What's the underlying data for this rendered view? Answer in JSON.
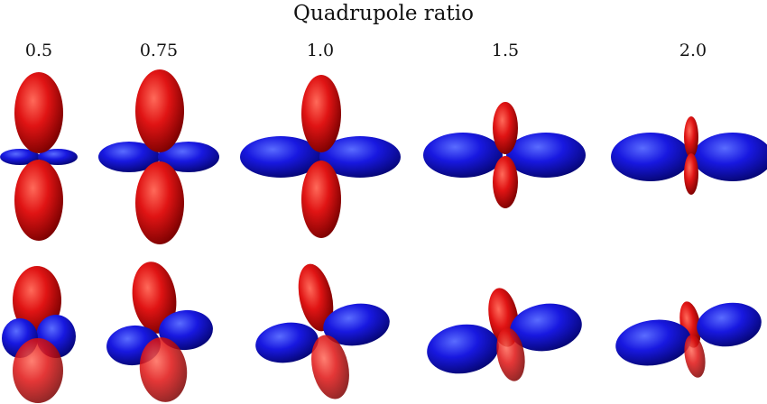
{
  "title": "Quadrupole ratio",
  "columns": [
    {
      "label": "0.5",
      "ratio": 0.5
    },
    {
      "label": "0.75",
      "ratio": 0.75
    },
    {
      "label": "1.0",
      "ratio": 1.0
    },
    {
      "label": "1.5",
      "ratio": 1.5
    },
    {
      "label": "2.0",
      "ratio": 2.0
    }
  ],
  "views": [
    "front",
    "perspective"
  ],
  "colors": {
    "vertical_lobes": "#e01414",
    "horizontal_lobes": "#1818e0"
  }
}
